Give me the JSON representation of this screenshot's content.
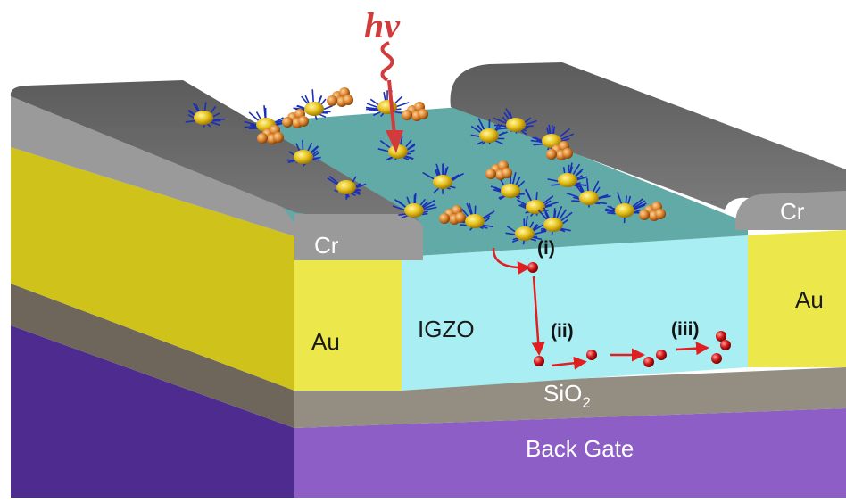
{
  "labels": {
    "light": "hv",
    "cr_left": "Cr",
    "cr_right": "Cr",
    "au_left": "Au",
    "au_right": "Au",
    "channel": "IGZO",
    "dielectric_base": "SiO",
    "dielectric_sub": "2",
    "gate": "Back Gate",
    "step_1": "(i)",
    "step_2": "(ii)",
    "step_3": "(iii)"
  },
  "colors": {
    "gold_side": "#cfc21a",
    "gold_front": "#ece84c",
    "igzo_front": "#a9eef2",
    "igzo_top": "#62aaa8",
    "chrome_top": "#6c6c6c",
    "chrome_front": "#9a9a9a",
    "sio2_front": "#938d82",
    "sio2_side": "#6e665b",
    "gate_front": "#8c5ec6",
    "gate_side": "#4e2c8f",
    "arrow": "#e02020",
    "electron": "#c81a1a",
    "quantum_dot": "#e2c11e",
    "ligand": "#1b2fb8",
    "cluster": "#d9822b"
  }
}
